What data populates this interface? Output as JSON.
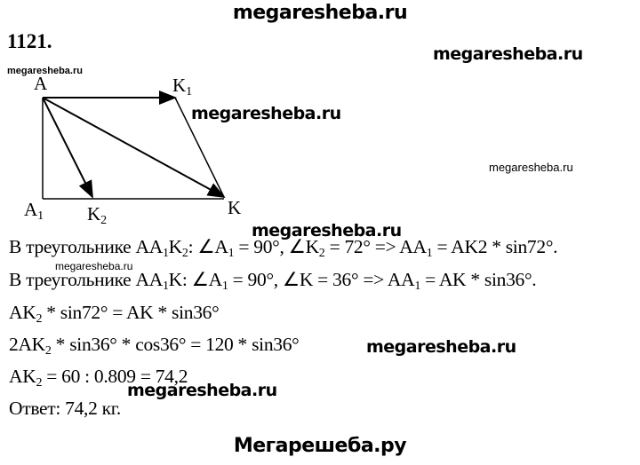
{
  "header": {
    "site": "megaresheba.ru"
  },
  "task_number": "1121.",
  "watermarks": [
    "megaresheba.ru",
    "megaresheba.ru",
    "megaresheba.ru",
    "megaresheba.ru",
    "megaresheba.ru",
    "megaresheba.ru",
    "megaresheba.ru",
    "megaresheba.ru"
  ],
  "diagram": {
    "labels": {
      "A": "A",
      "K1": "K",
      "K1_sub": "1",
      "K": "K",
      "A1": "A",
      "A1_sub": "1",
      "K2": "K",
      "K2_sub": "2"
    }
  },
  "solution": [
    [
      {
        "t": "В треугольнике AA"
      },
      {
        "s": "1"
      },
      {
        "t": "K"
      },
      {
        "s": "2"
      },
      {
        "t": ": ∠A"
      },
      {
        "s": "1"
      },
      {
        "t": " = 90°, ∠K"
      },
      {
        "s": "2"
      },
      {
        "t": " = 72° => AA"
      },
      {
        "s": "1"
      },
      {
        "t": " = AK2 * sin72°."
      }
    ],
    [
      {
        "t": "В треугольнике AA"
      },
      {
        "s": "1"
      },
      {
        "t": "K: ∠A"
      },
      {
        "s": "1"
      },
      {
        "t": " = 90°, ∠K = 36° => AA"
      },
      {
        "s": "1"
      },
      {
        "t": " = AK * sin36°."
      }
    ],
    [
      {
        "t": "AK"
      },
      {
        "s": "2"
      },
      {
        "t": " * sin72° = AK * sin36°"
      }
    ],
    [
      {
        "t": "2AK"
      },
      {
        "s": "2"
      },
      {
        "t": " * sin36° * cos36° = 120 * sin36°"
      }
    ],
    [
      {
        "t": "AK"
      },
      {
        "s": "2"
      },
      {
        "t": " = 60 : 0.809 = 74,2"
      }
    ],
    [
      {
        "t": "Ответ: 74,2 кг."
      }
    ]
  ],
  "footer": {
    "site": "Мегарешеба.ру"
  }
}
